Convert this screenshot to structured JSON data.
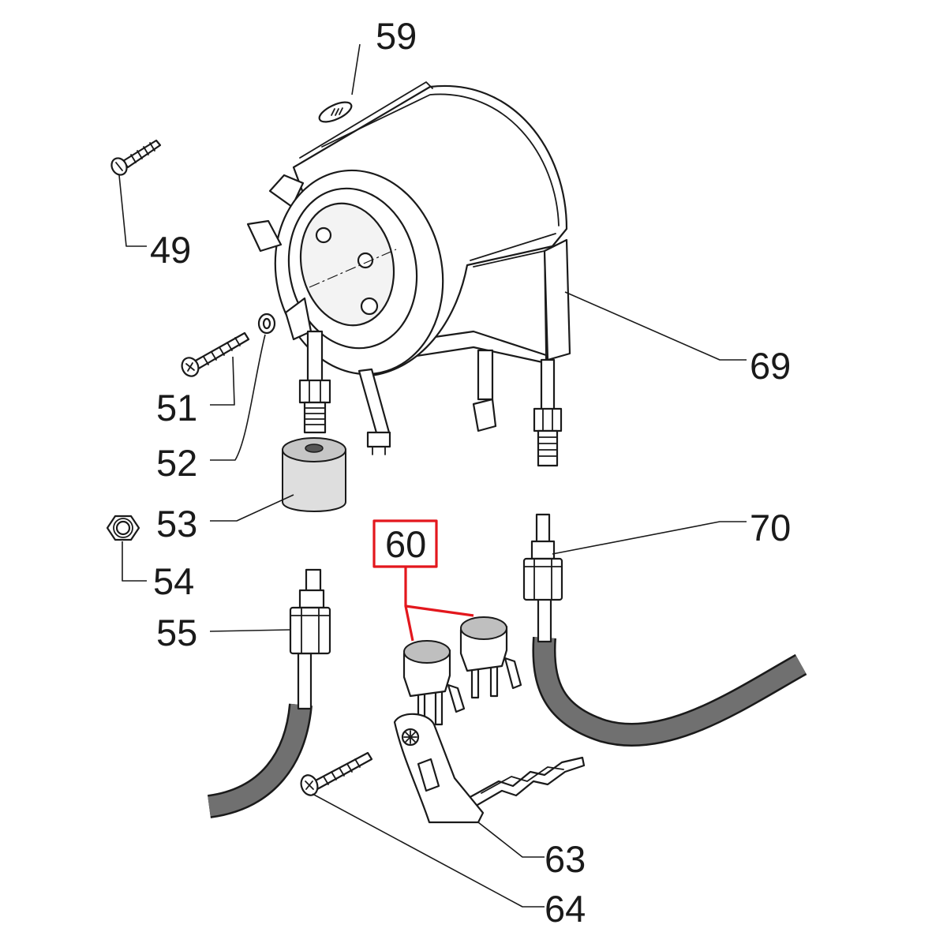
{
  "labels": {
    "p59": "59",
    "p49": "49",
    "p69": "69",
    "p51": "51",
    "p52": "52",
    "p53": "53",
    "p54": "54",
    "p70": "70",
    "p55": "55",
    "p63": "63",
    "p64": "64"
  },
  "highlighted": {
    "label": "60",
    "color": "#e3171d"
  },
  "colors": {
    "hose": "#707070"
  }
}
